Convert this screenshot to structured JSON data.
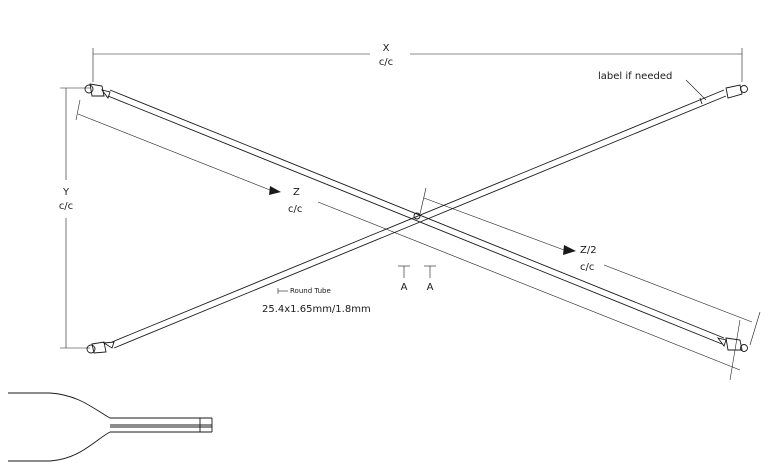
{
  "dimensions": {
    "x": {
      "label": "X",
      "sub": "c/c"
    },
    "y": {
      "label": "Y",
      "sub": "c/c"
    },
    "z": {
      "label": "Z",
      "sub": "c/c"
    },
    "z_half": {
      "label": "Z/2",
      "sub": "c/c"
    }
  },
  "notes": {
    "label_note": "label if needed",
    "tube_title": "Round Tube",
    "tube_spec": "25.4x1.65mm/1.8mm"
  },
  "section": {
    "left": "A",
    "right": "A"
  }
}
